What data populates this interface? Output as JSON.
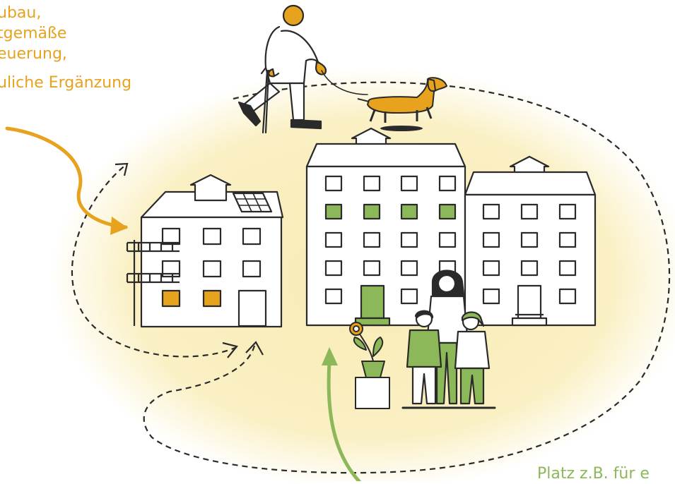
{
  "text": {
    "top_lines": [
      "ubau,",
      "tgemäße",
      "euerung,",
      "uliche Ergänzung"
    ],
    "bottom_line": "Platz z.B. für e"
  },
  "colors": {
    "accent_orange": "#E7A21E",
    "accent_green": "#8CB85A",
    "background_ellipse": "#F8EBB3",
    "outline": "#2a2a2a"
  },
  "icons": [
    "person-with-cane-icon",
    "dog-icon",
    "solar-panel-icon",
    "potted-plant-icon",
    "family-icon"
  ]
}
